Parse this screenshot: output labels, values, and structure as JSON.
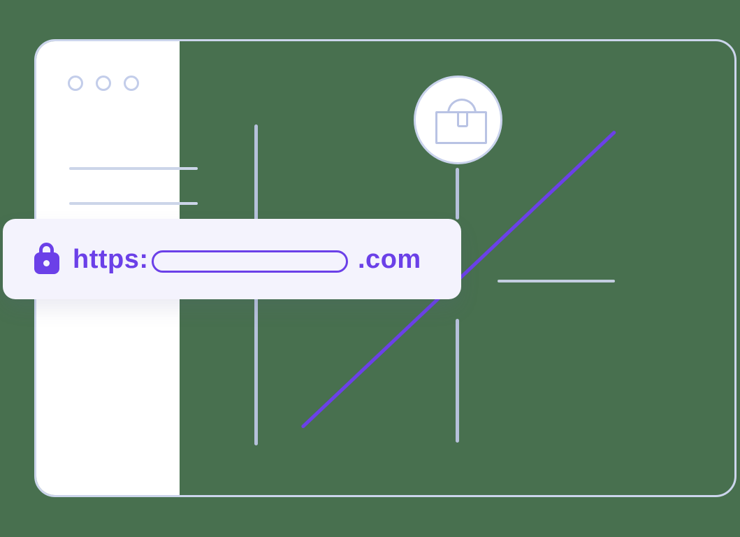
{
  "illustration": {
    "subject": "secure-browser-window",
    "window": {
      "control_dots": 3,
      "sidebar_skeleton_lines": 2
    },
    "address_bar": {
      "lock_icon": "lock-icon",
      "protocol_label": "https:",
      "domain_value": "",
      "tld_label": ".com"
    },
    "security_badge": {
      "icon": "briefcase-lock-icon"
    }
  },
  "colors": {
    "background": "#48704f",
    "window_border": "#ccd5ec",
    "sidebar_bg": "#ffffff",
    "control_border": "#c3cdea",
    "skeleton_line": "#ccd5e9",
    "deco_line": "#b6c1db",
    "deco_line_light": "#c3cde0",
    "accent": "#6b40e8",
    "badge_border": "#c9d2ec",
    "badge_stroke": "#b9c3e4",
    "bar_bg": "#f4f3fd"
  }
}
